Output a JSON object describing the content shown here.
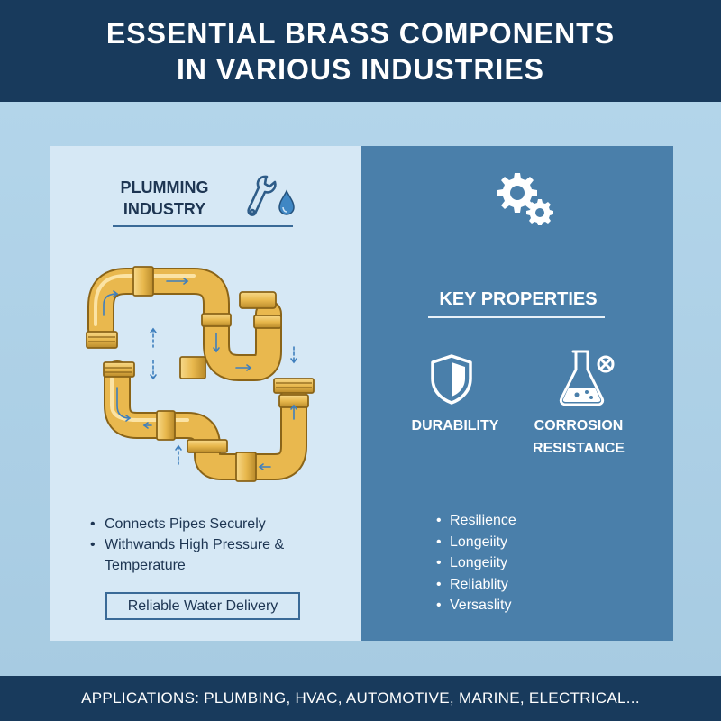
{
  "header": {
    "title_line1": "ESSENTIAL BRASS COMPONENTS",
    "title_line2": "IN VARIOUS INDUSTRIES"
  },
  "left_panel": {
    "title_line1": "PLUMMING",
    "title_line2": "INDUSTRY",
    "icons": [
      "wrench-icon",
      "water-drop-icon",
      "brass-pipe-fittings-illustration"
    ],
    "bullets": [
      "Connects Pipes Securely",
      "Withwands High Pressure & Temperature"
    ],
    "box_label": "Reliable Water Delivery"
  },
  "right_panel": {
    "icons": [
      "gears-icon",
      "shield-icon",
      "flask-icon"
    ],
    "title": "KEY PROPERTIES",
    "properties": [
      {
        "label_line1": "DURABILITY",
        "label_line2": ""
      },
      {
        "label_line1": "CORROSION",
        "label_line2": "RESISTANCE"
      }
    ],
    "bullets": [
      "Resilience",
      "Longeiity",
      "Longeiity",
      "Reliablity",
      "Versaslity"
    ]
  },
  "footer": {
    "text": "APPLICATIONS: PLUMBING, HVAC, AUTOMOTIVE, MARINE, ELECTRICAL..."
  },
  "colors": {
    "header_bg": "#183a5c",
    "left_panel_bg": "#d6e8f5",
    "right_panel_bg": "#4a7faa",
    "brass": "#e9b84e",
    "text_dark": "#1d3552"
  }
}
